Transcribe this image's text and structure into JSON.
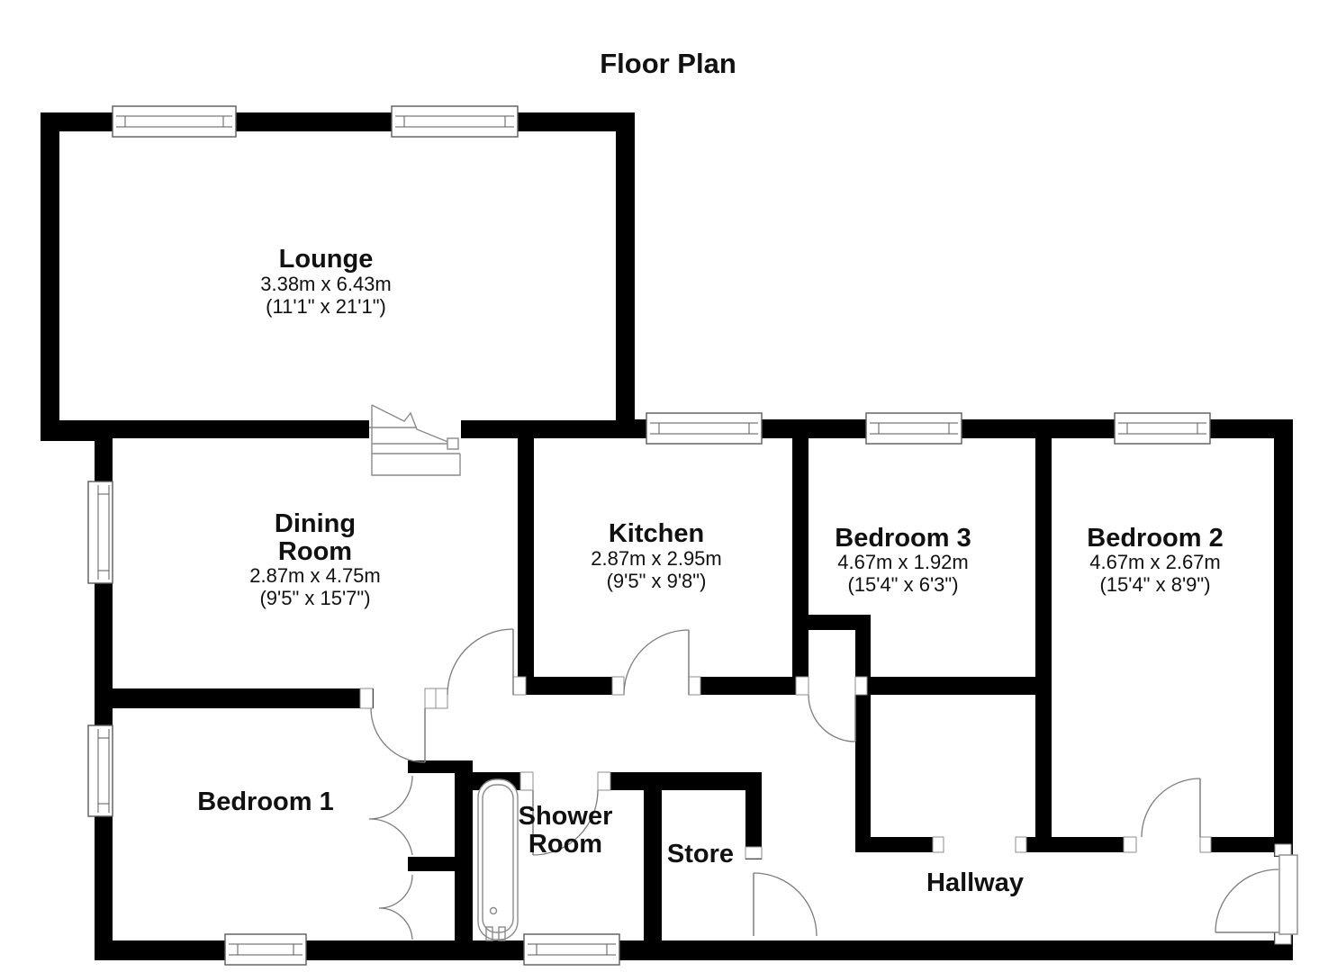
{
  "title": "Floor Plan",
  "colors": {
    "wall": "#000000",
    "background": "#ffffff",
    "door": "#7d7d7d",
    "window": "#5a5a5a",
    "text": "#111111"
  },
  "rooms": {
    "lounge": {
      "name": "Lounge",
      "metric": "3.38m x 6.43m",
      "imperial": "(11'1\" x 21'1\")"
    },
    "dining": {
      "name1": "Dining",
      "name2": "Room",
      "metric": "2.87m x 4.75m",
      "imperial": "(9'5\" x 15'7\")"
    },
    "kitchen": {
      "name": "Kitchen",
      "metric": "2.87m x 2.95m",
      "imperial": "(9'5\" x 9'8\")"
    },
    "bedroom3": {
      "name": "Bedroom 3",
      "metric": "4.67m x 1.92m",
      "imperial": "(15'4\" x 6'3\")"
    },
    "bedroom2": {
      "name": "Bedroom 2",
      "metric": "4.67m x 2.67m",
      "imperial": "(15'4\" x 8'9\")"
    },
    "bedroom1": {
      "name": "Bedroom 1"
    },
    "shower": {
      "name1": "Shower",
      "name2": "Room"
    },
    "store": {
      "name": "Store"
    },
    "hallway": {
      "name": "Hallway"
    }
  }
}
